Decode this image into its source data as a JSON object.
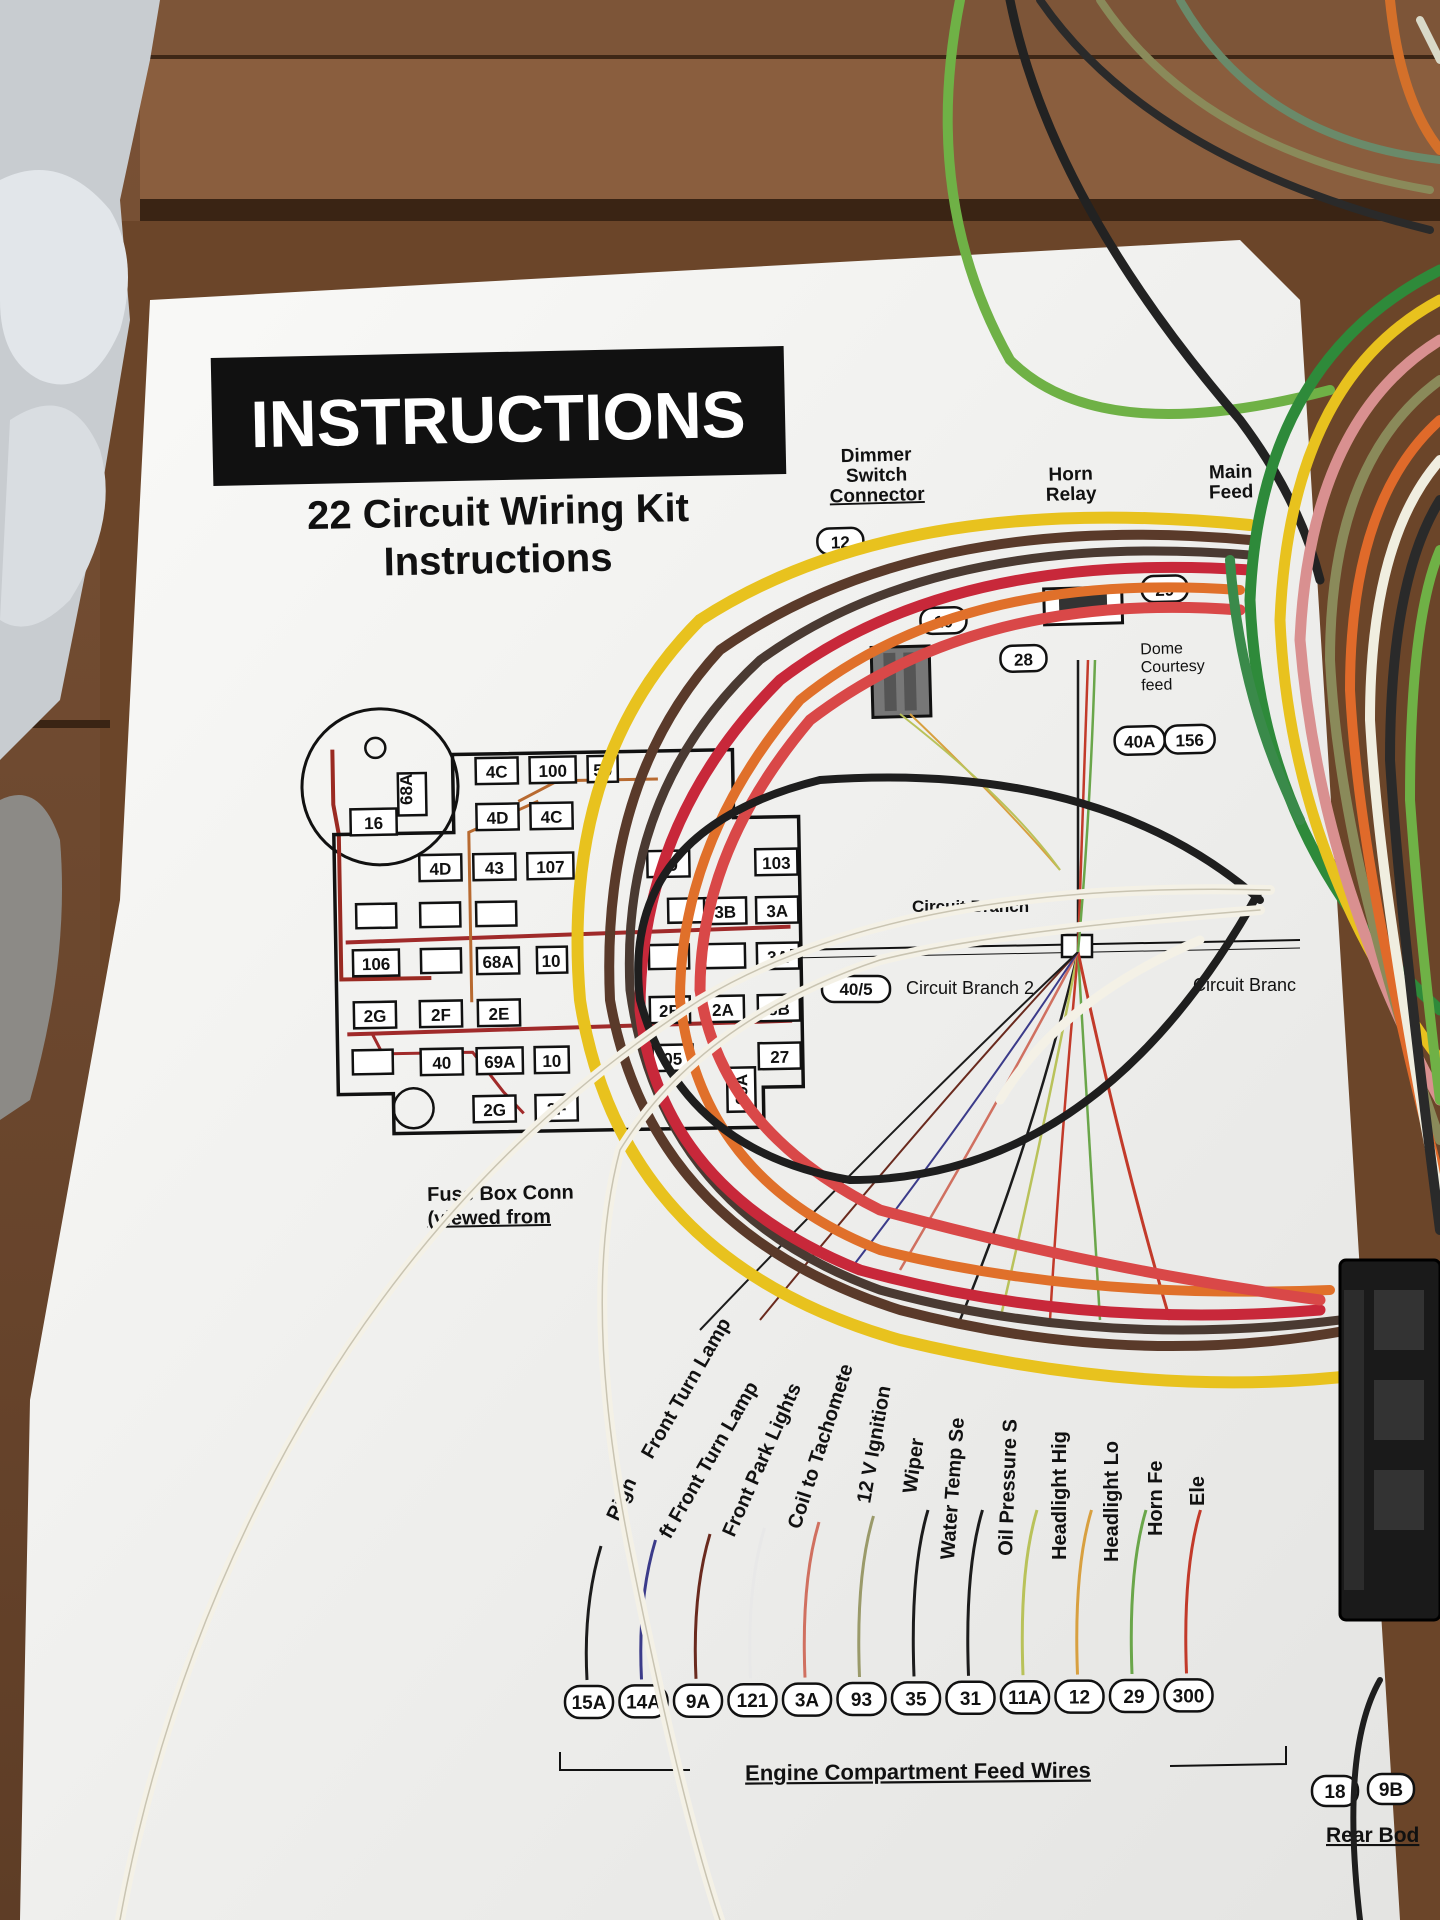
{
  "header": {
    "title": "INSTRUCTIONS",
    "subtitle_line1": "22 Circuit Wiring Kit",
    "subtitle_line2": "Instructions"
  },
  "connectors": {
    "dimmer_line1": "Dimmer",
    "dimmer_line2": "Switch",
    "dimmer_line3": "Connector",
    "horn_line1": "Horn",
    "horn_line2": "Relay",
    "main_line1": "Main",
    "main_line2": "Feed",
    "dome_line1": "Dome",
    "dome_line2": "Courtesy",
    "dome_line3": "feed"
  },
  "fuse_box": {
    "caption_line1": "Fuse Box Conn",
    "caption_line2": "(viewed from",
    "top_labels": [
      "12",
      "10",
      "29",
      "28",
      "40A",
      "156"
    ],
    "cells": [
      "68A",
      "16",
      "4C",
      "100",
      "50",
      "4D",
      "4C",
      "4D",
      "43",
      "107",
      "39",
      "103",
      "3B",
      "3A",
      "106",
      "68A",
      "10",
      "3A",
      "2G",
      "2F",
      "2E",
      "2B",
      "2A",
      "8B",
      "40",
      "69A",
      "10",
      "05",
      "27",
      "2G",
      "2F",
      "69A"
    ]
  },
  "branches": {
    "branch_1": "Circuit Branch",
    "branch_2": "Circuit Branch 2",
    "branch_3": "Circuit Branc",
    "branch_2_tag": "40/5"
  },
  "engine_feed": {
    "heading": "Engine Compartment Feed Wires",
    "wire_labels": [
      "Righ",
      "Front Turn Lamp",
      "ft Front Turn Lamp",
      "Front Park Lights",
      "Coil to Tachomete",
      "12 V Ignition",
      "Wiper",
      "Water Temp Se",
      "Oil Pressure S",
      "Headlight Hig",
      "Headlight Lo",
      "Horn Fe",
      "Ele"
    ],
    "numbers": [
      "15A",
      "14A",
      "9A",
      "121",
      "3A",
      "93",
      "35",
      "31",
      "11A",
      "12",
      "29",
      "300"
    ],
    "colors": [
      "#1c1c1c",
      "#3b3b8a",
      "#6a2a1e",
      "#e8e8e8",
      "#d07060",
      "#9a9a6a",
      "#1c1c1c",
      "#1c1c1c",
      "#b9c25a",
      "#d8a040",
      "#6aa64a",
      "#c23a2a"
    ]
  },
  "rear": {
    "numbers": [
      "18",
      "9B"
    ],
    "label": "Rear Bod"
  },
  "palette": {
    "wood": "#6e4a30",
    "paper": "#f4f4f2",
    "title_bg": "#111111",
    "red_trace": "#9a2a22",
    "brown_trace": "#a05a2a"
  }
}
